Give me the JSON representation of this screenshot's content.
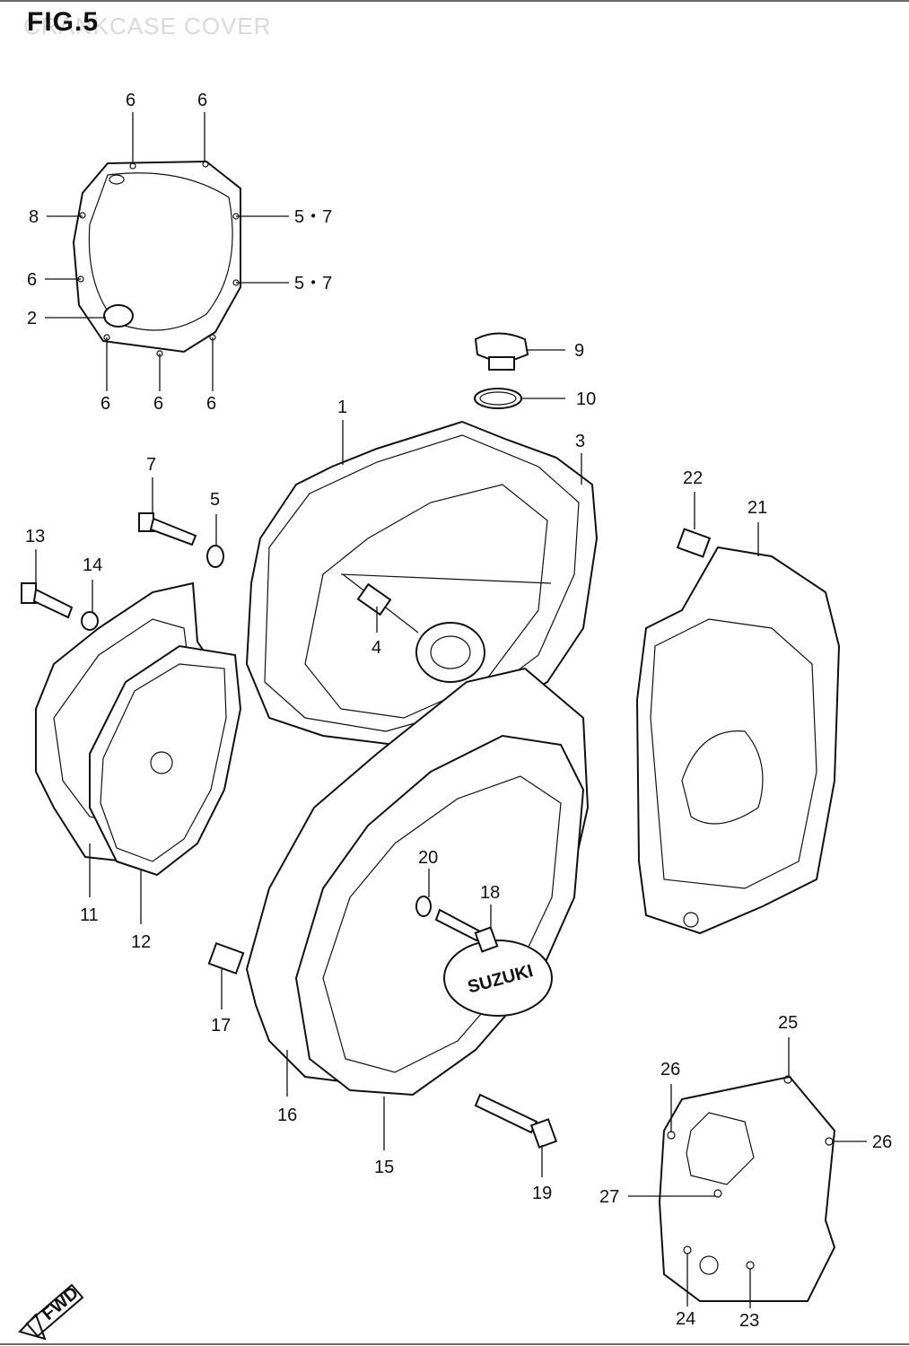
{
  "figure": {
    "title": "FIG.5",
    "subtitle": "CRANKCASE COVER"
  },
  "callouts": {
    "c1": "1",
    "c2": "2",
    "c3": "3",
    "c4": "4",
    "c5": "5",
    "c6a": "6",
    "c6b": "6",
    "c6c": "6",
    "c6d": "6",
    "c6e": "6",
    "c6f": "6",
    "c57a": "5・7",
    "c57b": "5・7",
    "c7": "7",
    "c8": "8",
    "c9": "9",
    "c10": "10",
    "c11": "11",
    "c12": "12",
    "c13": "13",
    "c14": "14",
    "c15": "15",
    "c16": "16",
    "c17": "17",
    "c18": "18",
    "c19": "19",
    "c20": "20",
    "c21": "21",
    "c22": "22",
    "c23": "23",
    "c24": "24",
    "c25": "25",
    "c26a": "26",
    "c26b": "26",
    "c27": "27"
  },
  "brand_text": "SUZUKI",
  "direction_arrow": "FWD"
}
